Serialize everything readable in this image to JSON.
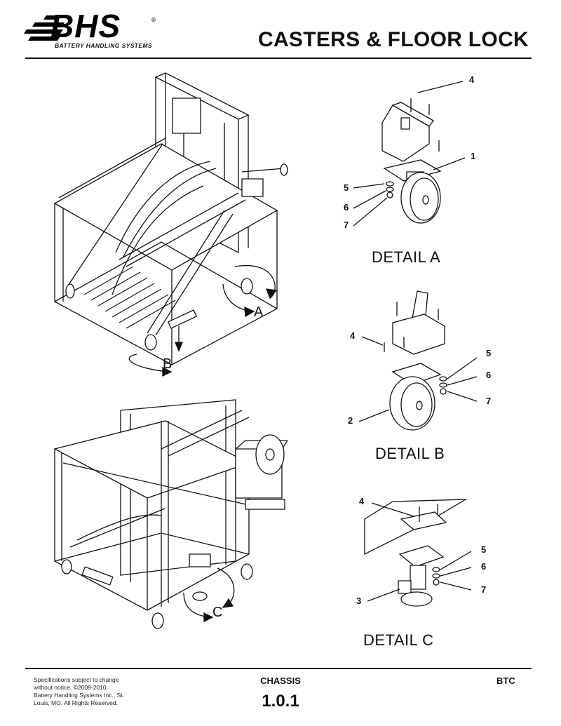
{
  "header": {
    "brand": "BHS",
    "brand_registered": "®",
    "brand_subtitle": "BATTERY HANDLING SYSTEMS",
    "title": "CASTERS & FLOOR LOCK"
  },
  "view_labels": {
    "a": "A",
    "b": "B",
    "c": "C"
  },
  "details": {
    "a": {
      "label": "DETAIL  A",
      "callouts": [
        "4",
        "1",
        "5",
        "6",
        "7"
      ]
    },
    "b": {
      "label": "DETAIL  B",
      "callouts": [
        "4",
        "5",
        "6",
        "7",
        "2"
      ]
    },
    "c": {
      "label": "DETAIL  C",
      "callouts": [
        "4",
        "5",
        "6",
        "7",
        "3"
      ]
    }
  },
  "footer": {
    "disclaimer": "Specifications subject to change without notice. ©2009-2010, Battery Handling Systems Inc., St. Louis, MO. All Rights Reserved.",
    "section": "CHASSIS",
    "page_code": "1.0.1",
    "model": "BTC"
  }
}
